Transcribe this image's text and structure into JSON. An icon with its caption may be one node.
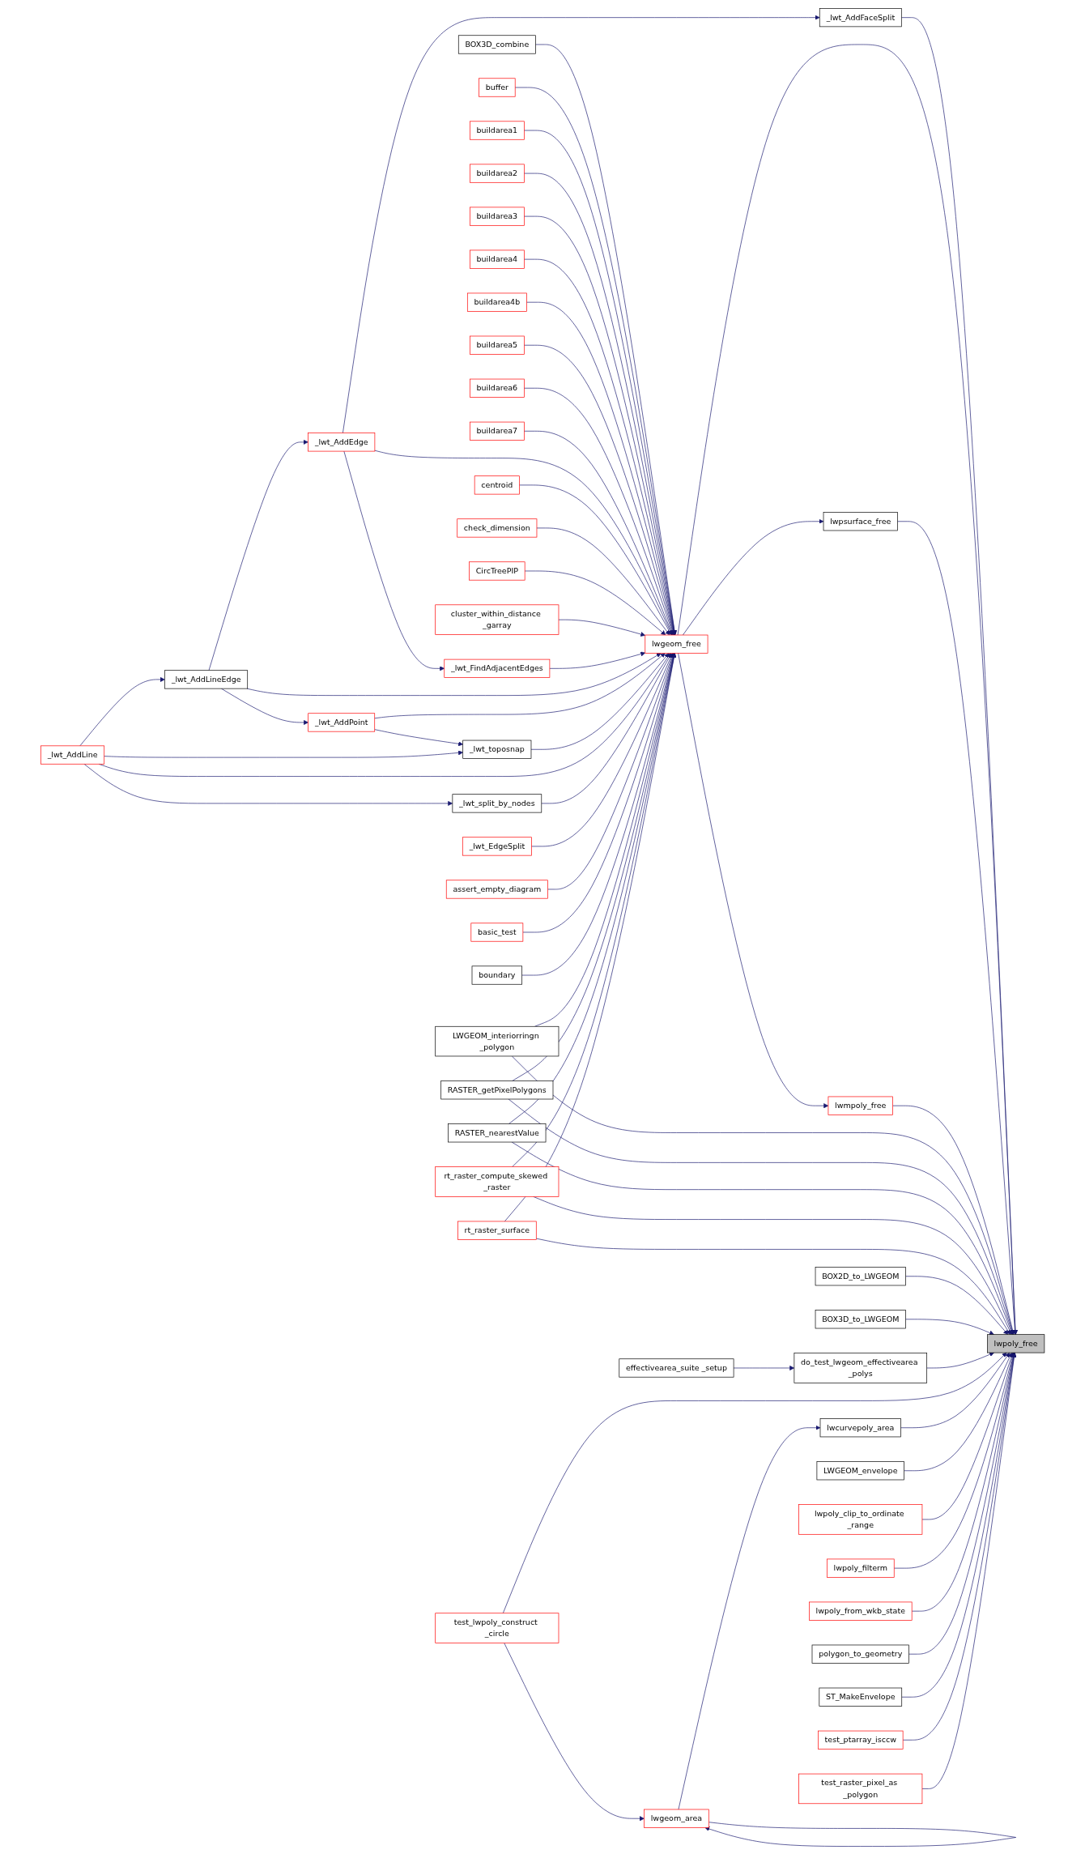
{
  "diagram": {
    "nodes": [
      {
        "text": [
          "BOX3D_combine"
        ]
      },
      {
        "text": [
          "buffer"
        ]
      },
      {
        "text": [
          "buildarea1"
        ]
      },
      {
        "text": [
          "buildarea2"
        ]
      },
      {
        "text": [
          "buildarea3"
        ]
      },
      {
        "text": [
          "buildarea4"
        ]
      },
      {
        "text": [
          "buildarea4b"
        ]
      },
      {
        "text": [
          "_lwt_AddFaceSplit"
        ]
      },
      {
        "text": [
          "buildarea5"
        ]
      },
      {
        "text": [
          "buildarea6"
        ]
      },
      {
        "text": [
          "buildarea7"
        ]
      },
      {
        "text": [
          "_lwt_AddEdge"
        ]
      },
      {
        "text": [
          "centroid"
        ]
      },
      {
        "text": [
          "check_dimension"
        ]
      },
      {
        "text": [
          "CircTreePIP"
        ]
      },
      {
        "text": [
          "cluster_within_distance _garray"
        ]
      },
      {
        "text": [
          "_lwt_FindAdjacentEdges"
        ]
      },
      {
        "text": [
          "lwgeom_free"
        ]
      },
      {
        "text": [
          "_lwt_AddLineEdge"
        ]
      },
      {
        "text": [
          "lwpsurface_free"
        ]
      },
      {
        "text": [
          "_lwt_AddPoint"
        ]
      },
      {
        "text": [
          "_lwt_toposnap"
        ]
      },
      {
        "text": [
          "_lwt_AddLine"
        ]
      },
      {
        "text": [
          "_lwt_split_by_nodes"
        ]
      },
      {
        "text": [
          "_lwt_EdgeSplit"
        ]
      },
      {
        "text": [
          "assert_empty_diagram"
        ]
      },
      {
        "text": [
          "basic_test"
        ]
      },
      {
        "text": [
          "lwmpoly_free"
        ]
      },
      {
        "text": [
          "boundary"
        ]
      },
      {
        "text": [
          "LWGEOM_interiorringn _polygon"
        ]
      },
      {
        "text": [
          "RASTER_getPixelPolygons"
        ]
      },
      {
        "text": [
          "RASTER_nearestValue"
        ]
      },
      {
        "text": [
          "rt_raster_compute_skewed _raster"
        ]
      },
      {
        "text": [
          "rt_raster_surface"
        ]
      },
      {
        "text": [
          "BOX2D_to_LWGEOM"
        ]
      },
      {
        "text": [
          "BOX3D_to_LWGEOM"
        ]
      },
      {
        "text": [
          "lwpoly_free"
        ]
      },
      {
        "text": [
          "effectivearea_suite _setup"
        ]
      },
      {
        "text": [
          "do_test_lwgeom_effectivearea _polys"
        ]
      },
      {
        "text": [
          "test_lwpoly_construct _circle"
        ]
      },
      {
        "text": [
          "lwcurvepoly_area"
        ]
      },
      {
        "text": [
          "lwgeom_area"
        ]
      },
      {
        "text": [
          "LWGEOM_envelope"
        ]
      },
      {
        "text": [
          "lwpoly_clip_to_ordinate _range"
        ]
      },
      {
        "text": [
          "lwpoly_filterm"
        ]
      },
      {
        "text": [
          "lwpoly_from_wkb_state"
        ]
      },
      {
        "text": [
          "polygon_to_geometry"
        ]
      },
      {
        "text": [
          "ST_MakeEnvelope"
        ]
      },
      {
        "text": [
          "test_ptarray_isccw"
        ]
      },
      {
        "text": [
          "test_raster_pixel_as _polygon"
        ]
      }
    ],
    "edges": [
      {
        "from": 0,
        "to": 17,
        "arrow": "to"
      },
      {
        "from": 1,
        "to": 17,
        "arrow": "to"
      },
      {
        "from": 2,
        "to": 17,
        "arrow": "to"
      },
      {
        "from": 3,
        "to": 17,
        "arrow": "to"
      },
      {
        "from": 4,
        "to": 17,
        "arrow": "to"
      },
      {
        "from": 5,
        "to": 17,
        "arrow": "to"
      },
      {
        "from": 6,
        "to": 17,
        "arrow": "to"
      },
      {
        "from": 11,
        "to": 7,
        "arrow": "to"
      },
      {
        "from": 7,
        "to": 36,
        "arrow": "to"
      },
      {
        "from": 8,
        "to": 17,
        "arrow": "to"
      },
      {
        "from": 9,
        "to": 17,
        "arrow": "to"
      },
      {
        "from": 10,
        "to": 17,
        "arrow": "to"
      },
      {
        "from": 11,
        "to": 17,
        "arrow": "to"
      },
      {
        "from": 11,
        "to": 16,
        "arrow": "to"
      },
      {
        "from": 12,
        "to": 17,
        "arrow": "to"
      },
      {
        "from": 13,
        "to": 17,
        "arrow": "to"
      },
      {
        "from": 14,
        "to": 17,
        "arrow": "to"
      },
      {
        "from": 15,
        "to": 17,
        "arrow": "to"
      },
      {
        "from": 16,
        "to": 17,
        "arrow": "to"
      },
      {
        "from": 17,
        "to": 19,
        "arrow": "to"
      },
      {
        "from": 17,
        "to": 27,
        "arrow": "to"
      },
      {
        "from": 17,
        "to": 36,
        "arrow": "to"
      },
      {
        "from": 18,
        "to": 11,
        "arrow": "to"
      },
      {
        "from": 18,
        "to": 17,
        "arrow": "to"
      },
      {
        "from": 18,
        "to": 20,
        "arrow": "to"
      },
      {
        "from": 19,
        "to": 36,
        "arrow": "to"
      },
      {
        "from": 20,
        "to": 17,
        "arrow": "to"
      },
      {
        "from": 20,
        "to": 21,
        "arrow": "to"
      },
      {
        "from": 21,
        "to": 17,
        "arrow": "to"
      },
      {
        "from": 22,
        "to": 18,
        "arrow": "to"
      },
      {
        "from": 22,
        "to": 21,
        "arrow": "to"
      },
      {
        "from": 22,
        "to": 17,
        "arrow": "to"
      },
      {
        "from": 22,
        "to": 23,
        "arrow": "to"
      },
      {
        "from": 23,
        "to": 17,
        "arrow": "to"
      },
      {
        "from": 24,
        "to": 17,
        "arrow": "to"
      },
      {
        "from": 25,
        "to": 17,
        "arrow": "to"
      },
      {
        "from": 26,
        "to": 17,
        "arrow": "to"
      },
      {
        "from": 27,
        "to": 36,
        "arrow": "to"
      },
      {
        "from": 28,
        "to": 17,
        "arrow": "to"
      },
      {
        "from": 29,
        "to": 17,
        "arrow": "to"
      },
      {
        "from": 29,
        "to": 36,
        "arrow": "to"
      },
      {
        "from": 30,
        "to": 17,
        "arrow": "to"
      },
      {
        "from": 30,
        "to": 36,
        "arrow": "to"
      },
      {
        "from": 31,
        "to": 17,
        "arrow": "to"
      },
      {
        "from": 31,
        "to": 36,
        "arrow": "to"
      },
      {
        "from": 32,
        "to": 17,
        "arrow": "to"
      },
      {
        "from": 32,
        "to": 36,
        "arrow": "to"
      },
      {
        "from": 33,
        "to": 17,
        "arrow": "to"
      },
      {
        "from": 33,
        "to": 36,
        "arrow": "to"
      },
      {
        "from": 34,
        "to": 36,
        "arrow": "to"
      },
      {
        "from": 35,
        "to": 36,
        "arrow": "to"
      },
      {
        "from": 37,
        "to": 38,
        "arrow": "to"
      },
      {
        "from": 38,
        "to": 36,
        "arrow": "to"
      },
      {
        "from": 39,
        "to": 36,
        "arrow": "to"
      },
      {
        "from": 39,
        "to": 41,
        "arrow": "to"
      },
      {
        "from": 41,
        "to": 41,
        "arrow": "to"
      },
      {
        "from": 41,
        "to": 40,
        "arrow": "to"
      },
      {
        "from": 40,
        "to": 36,
        "arrow": "to"
      },
      {
        "from": 42,
        "to": 36,
        "arrow": "to"
      },
      {
        "from": 43,
        "to": 36,
        "arrow": "to"
      },
      {
        "from": 44,
        "to": 36,
        "arrow": "to"
      },
      {
        "from": 45,
        "to": 36,
        "arrow": "to"
      },
      {
        "from": 46,
        "to": 36,
        "arrow": "to"
      },
      {
        "from": 47,
        "to": 36,
        "arrow": "to"
      },
      {
        "from": 48,
        "to": 36,
        "arrow": "to"
      },
      {
        "from": 49,
        "to": 36,
        "arrow": "to"
      }
    ]
  }
}
